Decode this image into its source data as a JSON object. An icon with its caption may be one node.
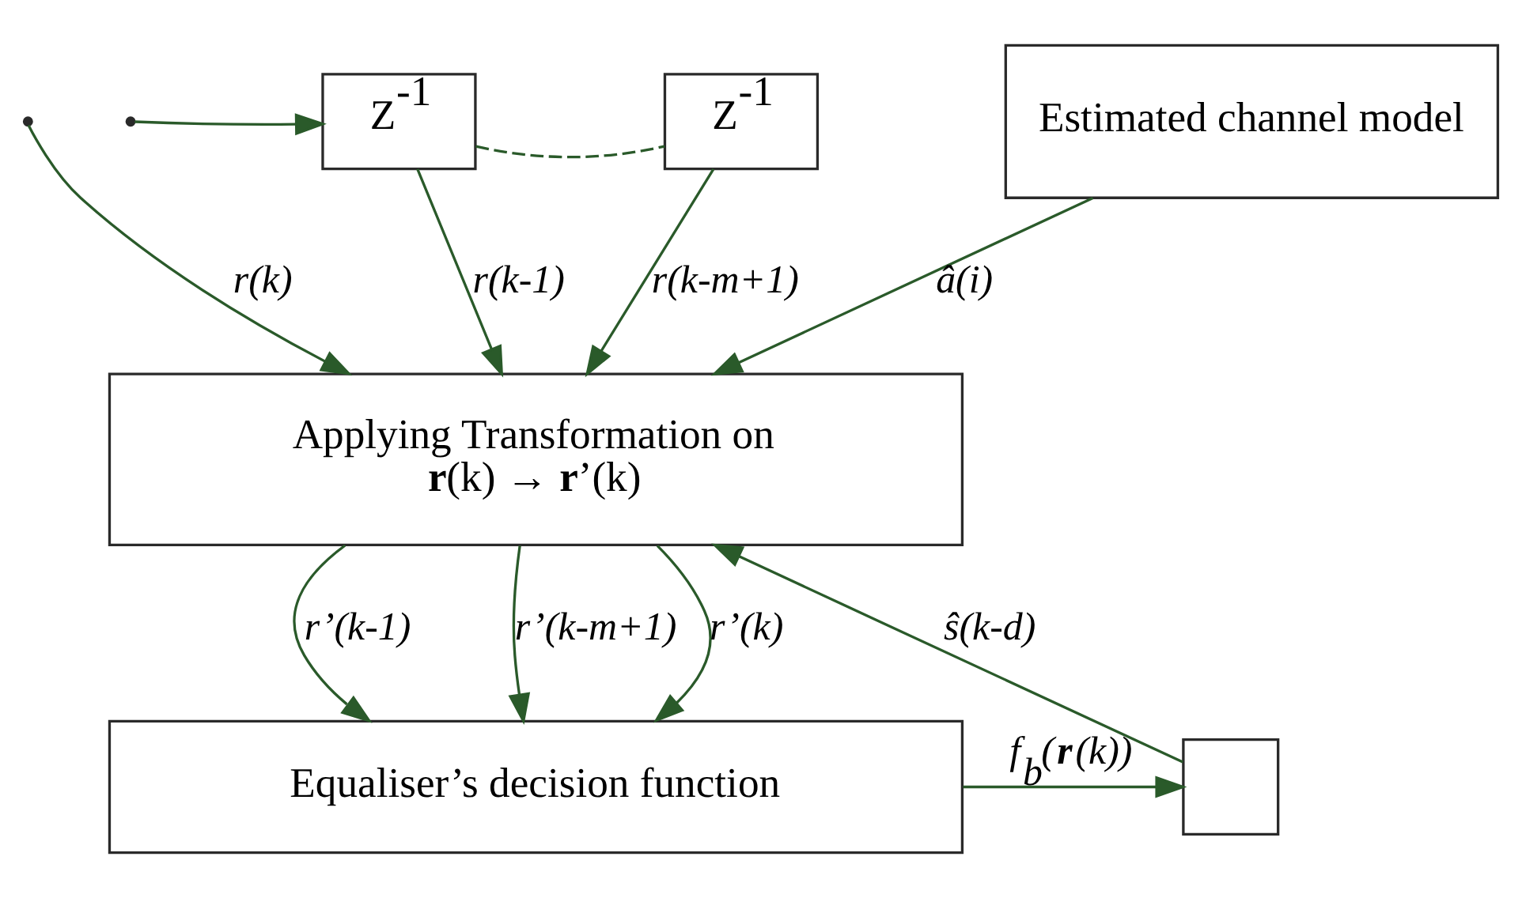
{
  "diagram": {
    "nodes": [
      {
        "text": [
          "Z$^{-1}$"
        ]
      },
      {
        "text": [
          "Z$^{-1}$"
        ]
      },
      {
        "text": [
          "Estimated channel model"
        ]
      },
      {
        "text": [
          "Applying Transformation on",
          "**r**(k) → **r**’(k)"
        ]
      },
      {
        "text": [
          "Equaliser’s decision function"
        ]
      },
      {
        "text": [],
        "shape": "box"
      }
    ],
    "edges": [
      {
        "from": null,
        "to": 0,
        "arrow": "to"
      },
      {
        "from": null,
        "to": 3,
        "arrow": "to",
        "label": "r(k)"
      },
      {
        "from": 0,
        "to": 3,
        "arrow": "to",
        "label": "r(k-1)"
      },
      {
        "from": 0,
        "to": 1,
        "arrow": "none",
        "style": "dashed"
      },
      {
        "from": 1,
        "to": 3,
        "arrow": "to",
        "label": "r(k-m+1)"
      },
      {
        "from": 2,
        "to": 3,
        "arrow": "to",
        "label": "â(i)"
      },
      {
        "from": 3,
        "to": 4,
        "arrow": "to",
        "label": "r’(k)"
      },
      {
        "from": 3,
        "to": 4,
        "arrow": "to",
        "label": "r’(k-1)"
      },
      {
        "from": 3,
        "to": 4,
        "arrow": "to",
        "label": "r’(k-m+1)"
      },
      {
        "from": 4,
        "to": 5,
        "arrow": "to",
        "label": "f$_{b}$(**r**(k))"
      },
      {
        "from": 5,
        "to": 3,
        "arrow": "to",
        "label": "ŝ(k-d)"
      }
    ]
  }
}
